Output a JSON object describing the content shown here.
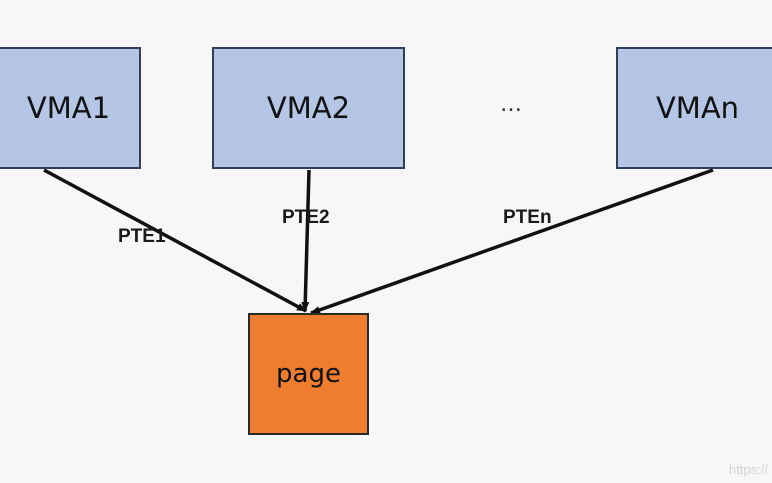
{
  "nodes": {
    "vma1": "VMA1",
    "vma2": "VMA2",
    "ellipsis": "…",
    "vman": "VMAn",
    "page": "page"
  },
  "edges": [
    {
      "from": "vma1",
      "to": "page",
      "label": "PTE1"
    },
    {
      "from": "vma2",
      "to": "page",
      "label": "PTE2"
    },
    {
      "from": "vman",
      "to": "page",
      "label": "PTEn"
    }
  ],
  "colors": {
    "vma_fill": "#b4c5e5",
    "page_fill": "#ee7d2f",
    "arrow": "#111111"
  },
  "watermark": "https://"
}
